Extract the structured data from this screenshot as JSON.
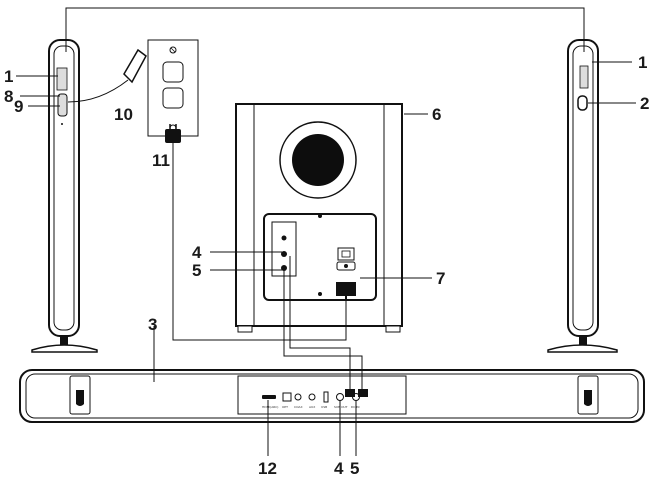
{
  "callouts": {
    "speaker_left_top": "1",
    "speaker_left_8": "8",
    "speaker_left_9": "9",
    "adapter": "10",
    "plug": "11",
    "speaker_right_top": "1",
    "speaker_right_2": "2",
    "subwoofer": "6",
    "subwoofer_panel": "7",
    "sub_in_4": "4",
    "sub_in_5": "5",
    "soundbar": "3",
    "soundbar_hdmi": "12",
    "soundbar_out_4": "4",
    "soundbar_out_5": "5"
  },
  "port_labels": {
    "hdmi": "HDMI(ARC)",
    "opt": "OPT",
    "coax": "COAX",
    "aux": "AUX",
    "usb": "USB",
    "sub_out": "SUB OUT",
    "dc": "DC IN"
  }
}
